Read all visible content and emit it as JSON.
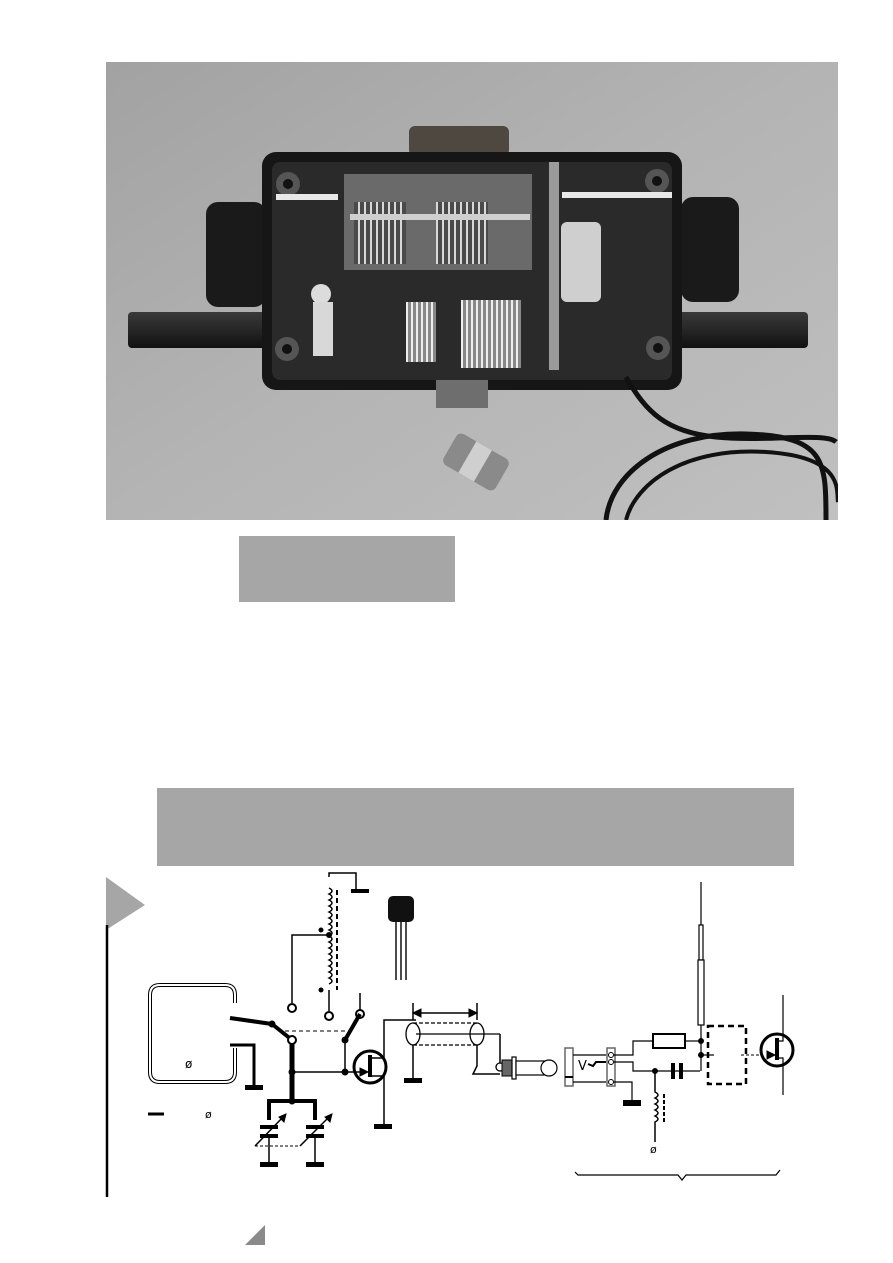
{
  "page": {
    "background": "#ffffff",
    "accent_gray": "#a6a6a6"
  },
  "photo": {
    "subject": "open loop-antenna enclosure with tuning capacitor, coils, knobs, ferrite rod, coax cable and BNC connector",
    "tone": "grayscale"
  },
  "caption_box": {
    "text": ""
  },
  "banner": {
    "text": ""
  },
  "schematic": {
    "components": [
      "loop-antenna",
      "tapped-coil-with-core",
      "two-pole-selector-switch",
      "dual-gang-variable-capacitor",
      "jfet-transistor",
      "transistor-package-to92",
      "coax-cable-with-length-marker",
      "phono-plug",
      "receiver-input-socket",
      "terminal-strip",
      "resistor",
      "capacitor",
      "rf-choke",
      "whip-antenna",
      "receiver-front-end-box",
      "receiver-jfet",
      "receiver-bracket"
    ],
    "labels": []
  }
}
